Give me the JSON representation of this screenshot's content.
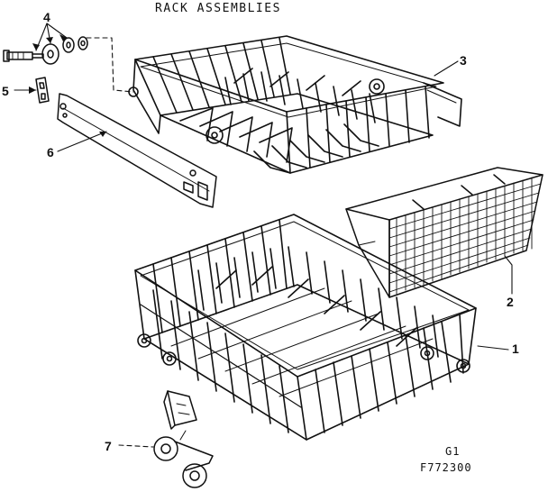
{
  "title": "RACK ASSEMBLIES",
  "callouts": {
    "c1": "1",
    "c2": "2",
    "c3": "3",
    "c4": "4",
    "c5": "5",
    "c6": "6",
    "c7": "7"
  },
  "figure_code": "G1",
  "part_number": "F772300"
}
